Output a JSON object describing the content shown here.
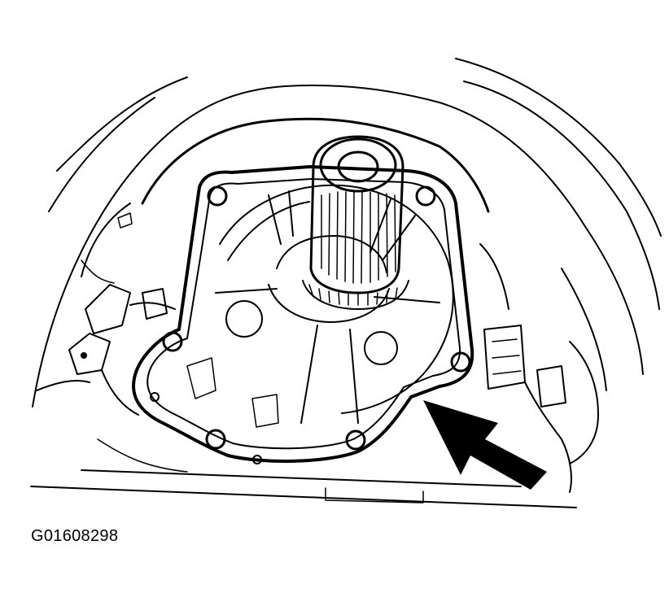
{
  "figure": {
    "id_label": "G01608298",
    "callout_arrow_color": "#000000",
    "line_color": "#000000",
    "background_color": "#ffffff"
  },
  "parts": [
    "input-shaft",
    "pump-housing",
    "gasket",
    "bolt-holes",
    "wiring-connectors",
    "callout-arrow"
  ]
}
